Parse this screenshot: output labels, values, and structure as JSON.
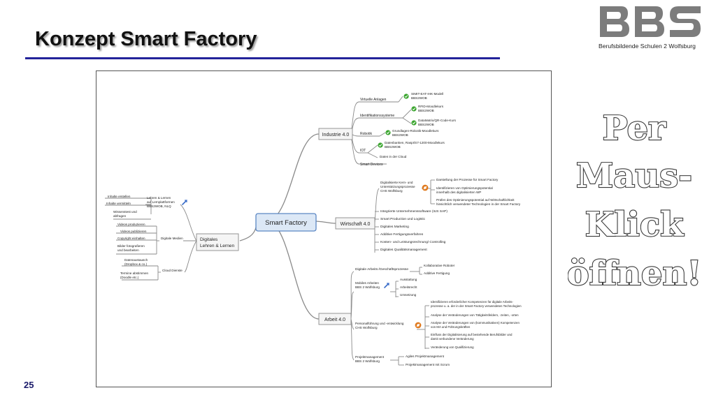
{
  "slide": {
    "title": "Konzept Smart Factory",
    "page_number": "25",
    "logo_text": "Berufsbildende Schulen 2 Wolfsburg",
    "side_note": [
      "Per",
      "Maus-",
      "Klick",
      "öffnen!"
    ]
  },
  "mindmap": {
    "center": "Smart Factory",
    "branches": {
      "industrie": {
        "label": "Industrie 4.0",
        "groups": {
          "virtuelle": "Virtuelle Anlagen",
          "ident": "Identifikationssysteme",
          "robotik": "Robotik",
          "iot": "IOT",
          "smart_devices": "Smart Devices"
        },
        "items": {
          "simit": [
            "SIMIT-EAT-IHK-Modell",
            "BBS2WOB"
          ],
          "rfid": [
            "RFID-Moodlekurs",
            "BBS2WOB"
          ],
          "datamatrix": [
            "DataMatrix/QR-Code-Kurs",
            "BBS2WOB"
          ],
          "robotik_kurs": [
            "Grundlagen-Robotik-Moodlekurs",
            "BBS2WOB"
          ],
          "datenbanken": [
            "Datenbanken, RaspI/S7-1200-Moodlekurs",
            "BBS2WOB"
          ],
          "cloud": "Daten in der Cloud"
        }
      },
      "wirtschaft": {
        "label": "Wirtschaft 4.0",
        "kern": [
          "Digitalisierte Kern- und",
          "Unterstützungsprozesse",
          "CHS Wolfsburg"
        ],
        "kern_items": {
          "darstellung": "Darstellung der Prozesse für Smart Factory",
          "identifizieren": [
            "Identifizieren von Optimierungspotential",
            "innerhalb des digitalisierten WP"
          ],
          "pruefen": [
            "Prüfen des Optimierungspotential auf Wirtschaftlichkeit",
            "hinsichtlich verwendeter Technologien in der Smart Factory"
          ]
        },
        "items": {
          "unternehmen": "Integrierte Unternehmenssoftware (IUS SAP)",
          "production": "Smart Production und Logistic",
          "marketing": "Digitales Marketing",
          "additive": "Additive Fertigungsverfahren",
          "kosten": "Kosten- und Leistungsrechnung/ Controlling",
          "qualitaet": "Digitales Qualitätsmanagement"
        }
      },
      "arbeit": {
        "label": "Arbeit 4.0",
        "geschaeft": "Digitale Arbeits-/Geschäftsprozesse",
        "geschaeft_items": {
          "kollaborative": "Kollaborative Roboter",
          "additive": "Additive Fertigung"
        },
        "mobiles": [
          "Mobiles Arbeiten",
          "BBS 2 Wolfsburg"
        ],
        "mobiles_items": {
          "ausstattung": "Ausstattung",
          "arbeitsrecht": "Arbeitsrecht",
          "umsetzung": "Umsetzung"
        },
        "personal": [
          "Personalführung und -entwicklung",
          "CHS Wolfsburg"
        ],
        "personal_items": {
          "kompetenzen": [
            "Identifizieren erforderlicher Kompetenzen für digitale Arbeits-",
            "prozesse u. a. der in der Smart Factory verwendeten Technologien"
          ],
          "taetigkeit": "Analyse der Veränderungen von Tätigkeitsfeldern, -zeiten, -orten",
          "kommunikation": [
            "Analyse der Veränderungen von (kommunikativen) Kompetenzen",
            "von MA und Führungskräften"
          ],
          "einfluss": [
            "Einfluss der Digitalisierung auf bestehende Berufsbilder und",
            "damit verbundene Veränderung"
          ],
          "qualifizierung": "Veränderung von Qualifizierung"
        },
        "projekt": [
          "Projektmanagement",
          "BBS 2 Wolfsburg"
        ],
        "projekt_items": {
          "agiles": "Agiles Projektmanagement",
          "scrum": "Projektmanagement mit Scrum"
        }
      },
      "lehren": {
        "label": [
          "Digitales",
          "Lehren & Lernen"
        ],
        "plattform": [
          "Lehren & Lernen",
          "auf Lernplattformen",
          "BBS2WOB, NLQ"
        ],
        "plattform_items": {
          "erstellen": "Inhalte erstellen",
          "vermitteln": "Inhalte vermitteln",
          "wissenstest": [
            "Wissenstest und",
            "abfragen"
          ]
        },
        "medien": "Digitale Medien",
        "medien_items": {
          "produzieren": "Videos produzieren",
          "publizieren": "Videos publizieren",
          "copyright": "Copyright einhalten",
          "bilder": [
            "Bilder fotografieren",
            "und bearbeiten"
          ]
        },
        "cloud": "Cloud Dienste",
        "cloud_items": {
          "datenaustausch": [
            "Datenaustausch",
            "(Dropbox & co.)"
          ],
          "termine": [
            "Termine abstimmen",
            "(Doodle etc.)"
          ]
        }
      }
    }
  },
  "colors": {
    "title_rule": "#23239a",
    "branch_line": "#8a8a8a",
    "center_fill": "#dce8f6",
    "center_border": "#5b87c4",
    "branch_fill": "#f5f5f5",
    "check_green": "#3aa52e",
    "wrench_blue": "#3b6ec9",
    "gear_orange": "#e07a1e"
  },
  "icons": {
    "logo": "bbs-logo",
    "check": "check-icon",
    "wrench": "wrench-icon",
    "gear": "gear-icon"
  }
}
